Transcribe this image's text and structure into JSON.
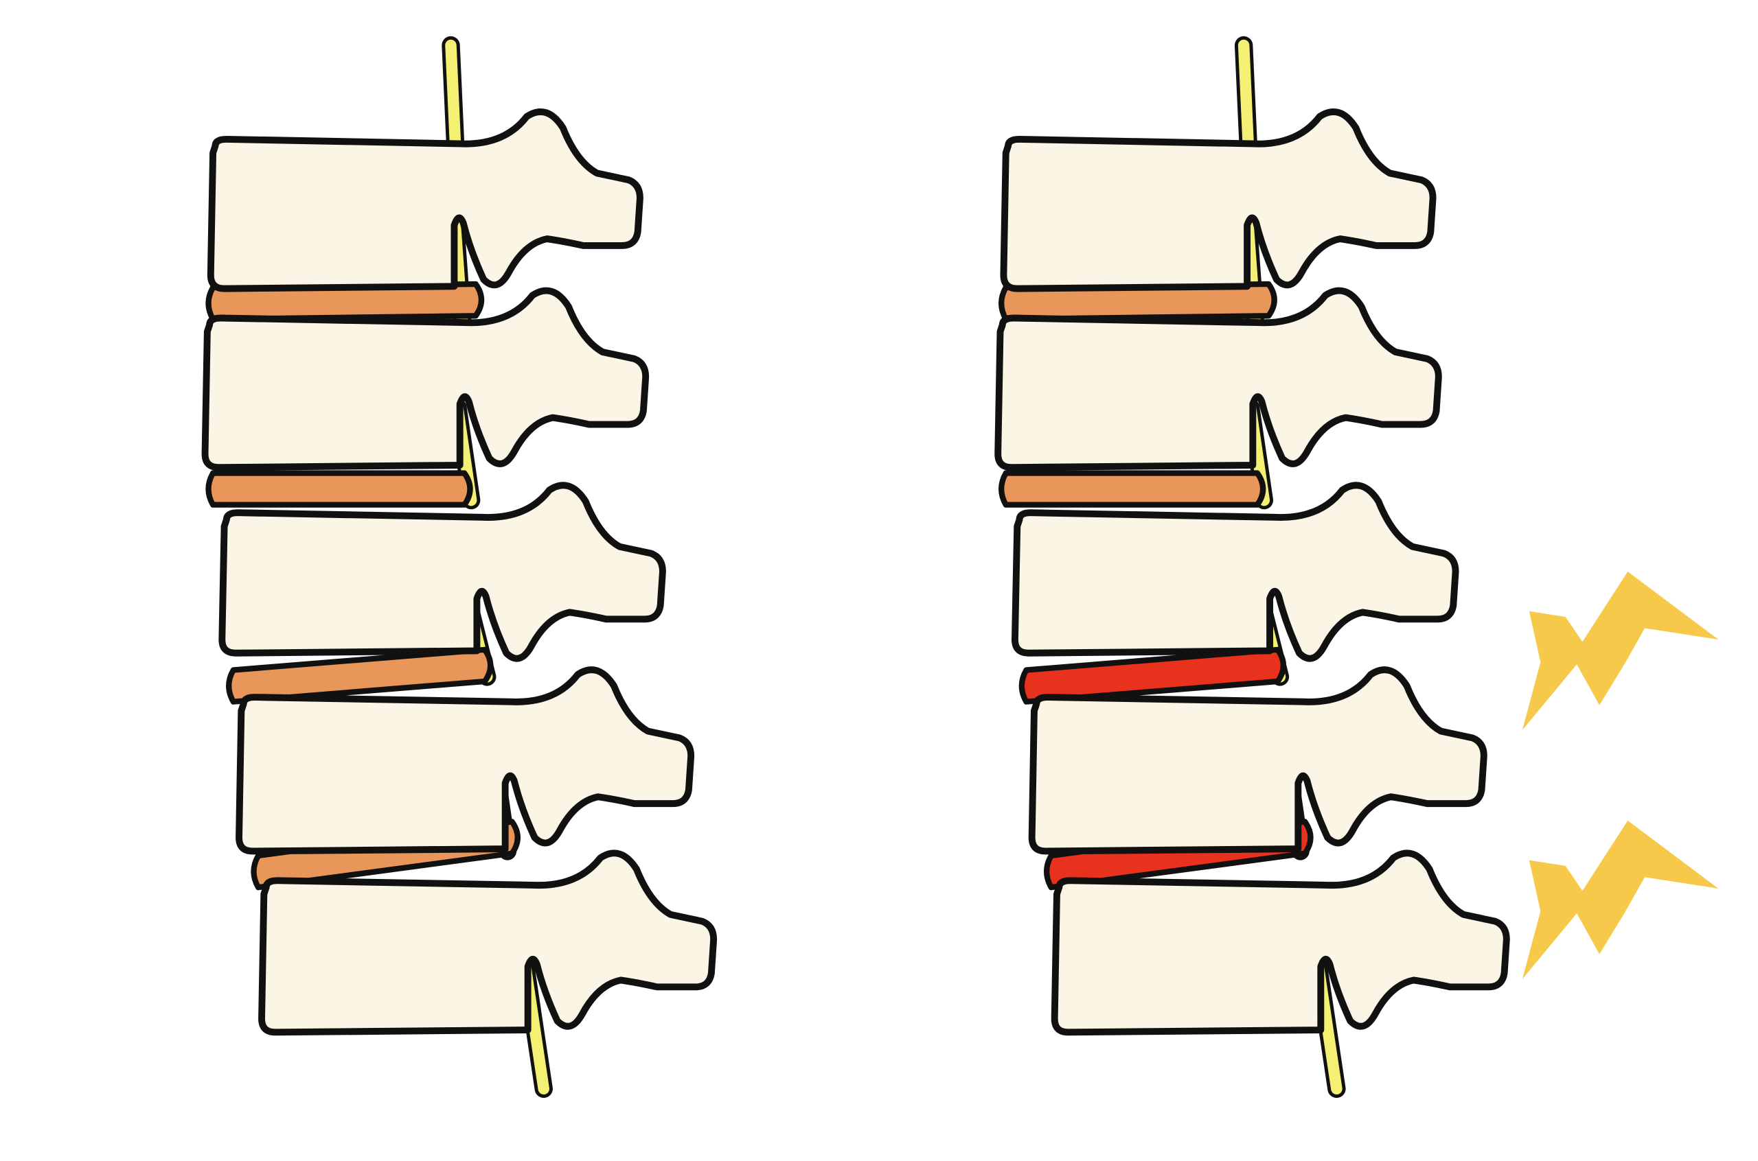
{
  "diagram": {
    "panels": [
      {
        "id": "healthy",
        "vertebrae_count": 5,
        "discs": [
          {
            "state": "normal"
          },
          {
            "state": "normal"
          },
          {
            "state": "normal"
          },
          {
            "state": "normal"
          }
        ],
        "pain_indicators": 0
      },
      {
        "id": "affected",
        "vertebrae_count": 5,
        "discs": [
          {
            "state": "normal"
          },
          {
            "state": "normal"
          },
          {
            "state": "inflamed"
          },
          {
            "state": "inflamed"
          }
        ],
        "pain_indicators": 2
      }
    ],
    "colors": {
      "bone": "#FBF5E6",
      "outline": "#111111",
      "disc_normal": "#E8965A",
      "disc_inflamed": "#E8321E",
      "nerve": "#F4F074",
      "pain": "#F7C94A",
      "background": "#FFFFFF"
    },
    "icons": [
      "vertebra-shape",
      "intervertebral-disc",
      "nerve-root",
      "lightning-pain-icon"
    ]
  }
}
